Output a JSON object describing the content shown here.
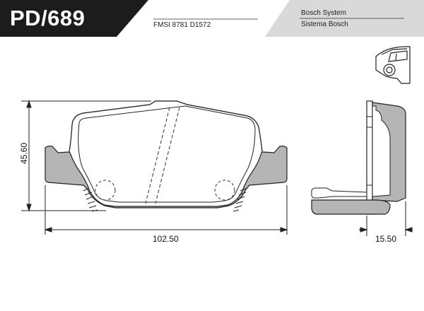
{
  "header": {
    "code": "PD/689",
    "fmsi": "FMSI 8781 D1572",
    "system_line1": "Bosch System",
    "system_line2": "Sistema Bosch",
    "colors": {
      "dark": "#1c1c1c",
      "light": "#d9d9d9",
      "pad": "#b5b5b5"
    }
  },
  "dimensions": {
    "height": "45.60",
    "width": "102.50",
    "thickness": "15.50"
  },
  "icons": {
    "vehicle": "rear-car-icon"
  }
}
